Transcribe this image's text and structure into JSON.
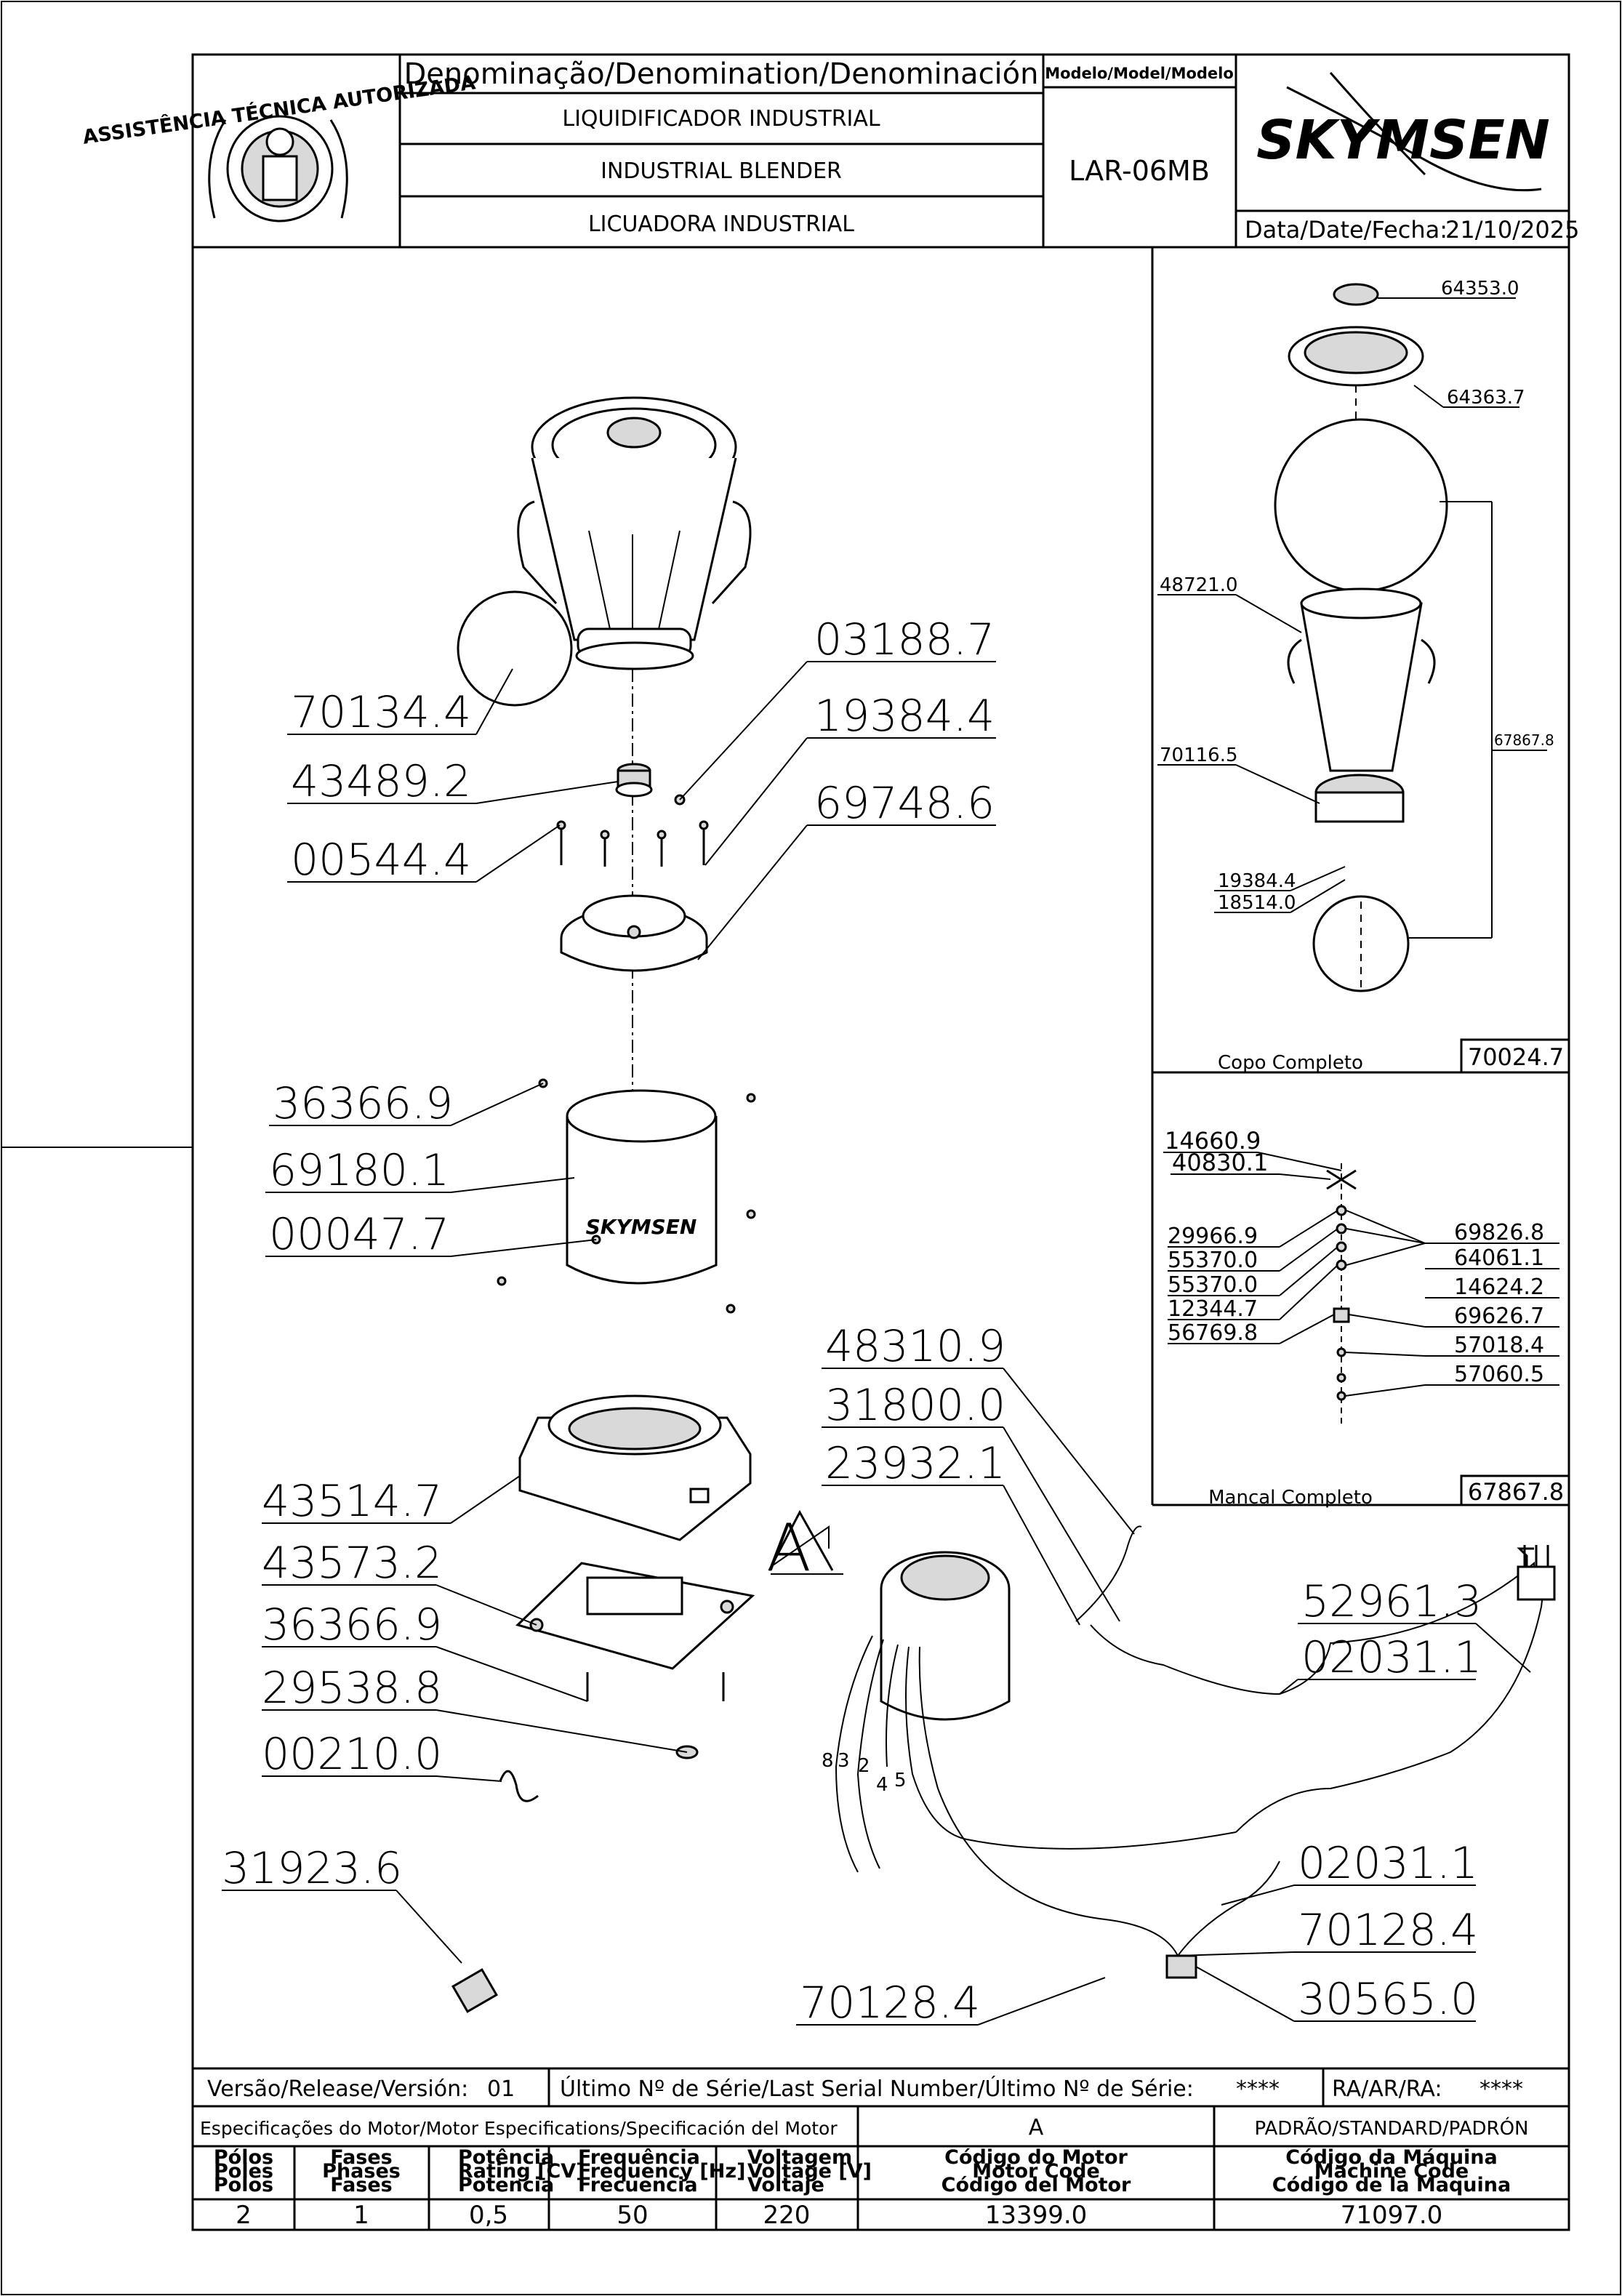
{
  "header": {
    "denomination_label": "Denominação/Denomination/Denominación",
    "name_pt": "LIQUIDIFICADOR INDUSTRIAL",
    "name_en": "INDUSTRIAL BLENDER",
    "name_es": "LICUADORA INDUSTRIAL",
    "model_label": "Modelo/Model/Modelo",
    "model_value": "LAR-06MB",
    "brand": "SKYMSEN",
    "date_label": "Data/Date/Fecha:",
    "date_value": "21/10/2025",
    "seal_text": "ASSISTÊNCIA TÉCNICA AUTORIZADA"
  },
  "parts_main": [
    {
      "code": "70134.4"
    },
    {
      "code": "43489.2"
    },
    {
      "code": "00544.4"
    },
    {
      "code": "03188.7"
    },
    {
      "code": "19384.4"
    },
    {
      "code": "69748.6"
    },
    {
      "code": "36366.9"
    },
    {
      "code": "69180.1"
    },
    {
      "code": "00047.7"
    },
    {
      "code": "43514.7"
    },
    {
      "code": "43573.2"
    },
    {
      "code": "36366.9"
    },
    {
      "code": "29538.8"
    },
    {
      "code": "00210.0"
    },
    {
      "code": "31923.6"
    },
    {
      "code": "48310.9"
    },
    {
      "code": "31800.0"
    },
    {
      "code": "23932.1"
    },
    {
      "code": "52961.3"
    },
    {
      "code": "02031.1"
    },
    {
      "code": "02031.1"
    },
    {
      "code": "70128.4"
    },
    {
      "code": "30565.0"
    },
    {
      "code": "70128.4"
    }
  ],
  "motor_label": "A",
  "motor_wires": [
    "8",
    "3",
    "2",
    "4",
    "5"
  ],
  "cup_panel": {
    "parts": [
      "64353.0",
      "64363.7",
      "48721.0",
      "67867.8",
      "70116.5",
      "19384.4",
      "18514.0"
    ],
    "title": "Copo Completo",
    "code": "70024.7"
  },
  "bearing_panel": {
    "left_parts": [
      "14660.9",
      "40830.1",
      "29966.9",
      "55370.0",
      "55370.0",
      "12344.7",
      "56769.8"
    ],
    "right_parts": [
      "69826.8",
      "64061.1",
      "14624.2",
      "69626.7",
      "57018.4",
      "57060.5"
    ],
    "title": "Mancal Completo",
    "code": "67867.8"
  },
  "footer": {
    "release_label": "Versão/Release/Versión:",
    "release_value": "01",
    "serial_label": "Último Nº de Série/Last Serial Number/Último Nº de Série:",
    "serial_value": "****",
    "ra_label": "RA/AR/RA:",
    "ra_value": "****",
    "spec_label": "Especificações do Motor/Motor Especifications/Specificación del Motor",
    "motor_letter": "A",
    "standard_label": "PADRÃO/STANDARD/PADRÓN",
    "columns": [
      {
        "h1": "Pólos",
        "h2": "Poles",
        "h3": "Polos",
        "value": "2"
      },
      {
        "h1": "Fases",
        "h2": "Phases",
        "h3": "Fases",
        "value": "1"
      },
      {
        "h1": "Potência",
        "h2": "Rating [CV]",
        "h3": "Potencia",
        "value": "0,5"
      },
      {
        "h1": "Frequência",
        "h2": "Frequency [Hz]",
        "h3": "Frecuencia",
        "value": "50"
      },
      {
        "h1": "Voltagem",
        "h2": "Voltage [V]",
        "h3": "Voltaje",
        "value": "220"
      },
      {
        "h1": "Código do Motor",
        "h2": "Motor Code",
        "h3": "Código del Motor",
        "value": "13399.0"
      },
      {
        "h1": "Código da Máquina",
        "h2": "Machine Code",
        "h3": "Código de la Maquina",
        "value": "71097.0"
      }
    ]
  }
}
